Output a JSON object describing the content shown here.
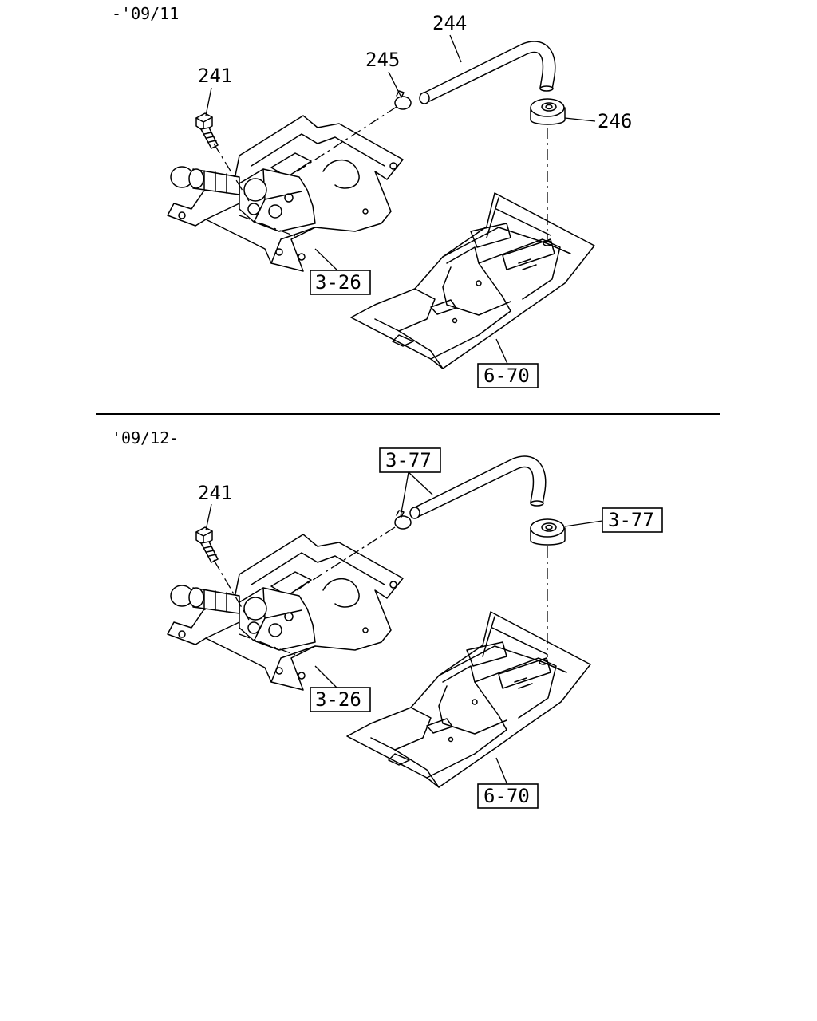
{
  "sections": [
    {
      "period": "-'09/11",
      "labels": {
        "p241": "241",
        "p244": "244",
        "p245": "245",
        "p246": "246"
      },
      "refs": {
        "bracket": "3-26",
        "floor": "6-70"
      }
    },
    {
      "period": "'09/12-",
      "labels": {
        "p241": "241"
      },
      "refs": {
        "hose_clip": "3-77",
        "grommet": "3-77",
        "bracket": "3-26",
        "floor": "6-70"
      }
    }
  ]
}
